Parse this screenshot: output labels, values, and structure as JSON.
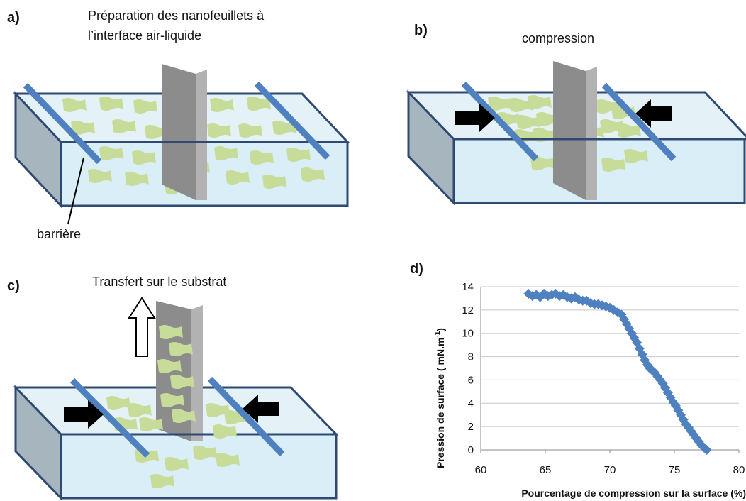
{
  "panels": {
    "a": {
      "letter": "a)",
      "caption_line1": "Préparation des nanofeuillets à",
      "caption_line2": "l’interface air-liquide",
      "barrier_label": "barrière"
    },
    "b": {
      "letter": "b)",
      "caption": "compression"
    },
    "c": {
      "letter": "c)",
      "caption": "Transfert sur le substrat"
    },
    "d": {
      "letter": "d)"
    }
  },
  "colors": {
    "tank_fill": "#d9eef7",
    "tank_stroke": "#2f4a72",
    "tank_side": "#a7b6be",
    "barrier": "#4f80bf",
    "nanosheet": "#c8dc9a",
    "substrate": "#8c8c8c",
    "arrow": "#000000",
    "data_marker": "#4f80bf"
  },
  "chart_data": {
    "type": "scatter",
    "title": "",
    "xlabel": "Pourcentage  de compression sur la surface (%)",
    "ylabel": "Pression de surface ( mN.m",
    "ylabel_superscript": "-1",
    "ylabel_end": ")",
    "xlim": [
      60,
      80
    ],
    "ylim": [
      0,
      14
    ],
    "xticks": [
      "60",
      "65",
      "70",
      "75",
      "80"
    ],
    "yticks": [
      "0",
      "2",
      "4",
      "6",
      "8",
      "10",
      "12",
      "14"
    ],
    "grid": "horizontal",
    "series": [
      {
        "x": [
          63.7,
          64.0,
          64.3,
          64.6,
          64.9,
          65.2,
          65.5,
          65.8,
          66.1,
          66.4,
          66.7,
          67.0,
          67.3,
          67.6,
          67.9,
          68.2,
          68.5,
          68.8,
          69.1,
          69.4,
          69.7,
          70.0,
          70.3,
          70.6,
          70.9,
          71.1,
          71.3,
          71.5,
          71.7,
          71.9,
          72.1,
          72.3,
          72.5,
          72.7,
          72.9,
          73.1,
          73.3,
          73.5,
          73.7,
          73.9,
          74.1,
          74.3,
          74.5,
          74.7,
          74.9,
          75.1,
          75.3,
          75.5,
          75.7,
          75.9,
          76.1,
          76.3,
          76.5,
          76.7,
          76.9,
          77.1,
          77.3,
          77.5
        ],
        "y": [
          13.4,
          13.2,
          13.3,
          13.1,
          13.4,
          13.2,
          13.3,
          13.4,
          13.2,
          13.3,
          13.1,
          13.0,
          13.1,
          12.9,
          12.8,
          12.8,
          12.6,
          12.5,
          12.5,
          12.4,
          12.3,
          12.2,
          12.0,
          11.8,
          11.6,
          11.2,
          10.8,
          10.4,
          10.0,
          9.6,
          9.2,
          8.7,
          8.2,
          7.7,
          7.3,
          7.0,
          6.8,
          6.6,
          6.3,
          6.0,
          5.7,
          5.3,
          4.9,
          4.5,
          4.1,
          3.8,
          3.4,
          3.0,
          2.6,
          2.2,
          1.9,
          1.6,
          1.3,
          1.0,
          0.7,
          0.4,
          0.2,
          0.0
        ]
      }
    ]
  }
}
